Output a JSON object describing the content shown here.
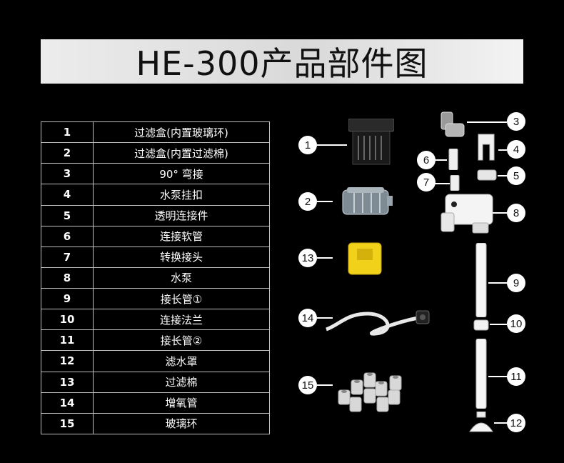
{
  "title": "HE-300产品部件图",
  "parts": [
    {
      "no": "1",
      "name": "过滤盒(内置玻璃环)"
    },
    {
      "no": "2",
      "name": "过滤盒(内置过滤棉)"
    },
    {
      "no": "3",
      "name": "90°  弯接"
    },
    {
      "no": "4",
      "name": "水泵挂扣"
    },
    {
      "no": "5",
      "name": "透明连接件"
    },
    {
      "no": "6",
      "name": "连接软管"
    },
    {
      "no": "7",
      "name": "转换接头"
    },
    {
      "no": "8",
      "name": "水泵"
    },
    {
      "no": "9",
      "name": "接长管①"
    },
    {
      "no": "10",
      "name": "连接法兰"
    },
    {
      "no": "11",
      "name": "接长管②"
    },
    {
      "no": "12",
      "name": "滤水罩"
    },
    {
      "no": "13",
      "name": "过滤棉"
    },
    {
      "no": "14",
      "name": "增氧管"
    },
    {
      "no": "15",
      "name": "玻璃环"
    }
  ],
  "callouts": [
    "1",
    "2",
    "3",
    "4",
    "5",
    "6",
    "7",
    "8",
    "9",
    "10",
    "11",
    "12",
    "13",
    "14",
    "15"
  ]
}
